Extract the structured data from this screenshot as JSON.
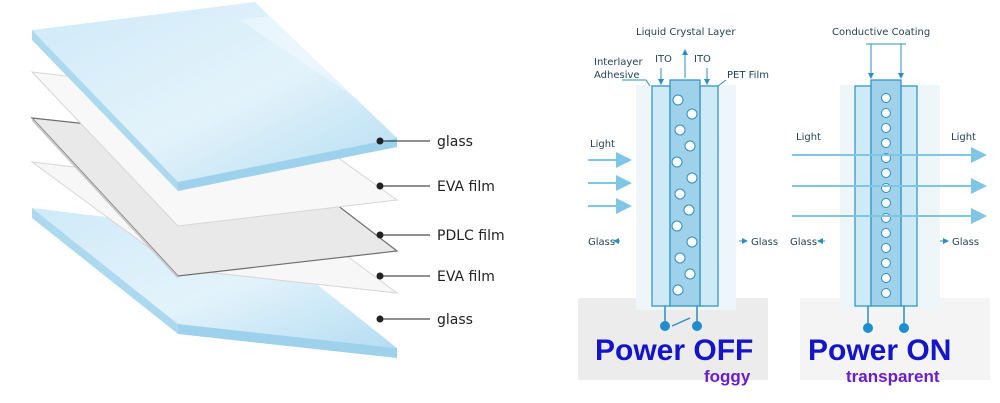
{
  "layers": {
    "labels": [
      "glass",
      "EVA film",
      "PDLC film",
      "EVA film",
      "glass"
    ]
  },
  "diagram": {
    "liquid_crystal_layer": "Liquid Crystal Layer",
    "interlayer_line1": "Interlayer",
    "interlayer_line2": "Adhesive",
    "ito_left": "ITO",
    "ito_right": "ITO",
    "pet_film": "PET Film",
    "conductive_coating": "Conductive Coating",
    "light_off": "Light",
    "glass_off_left": "Glass",
    "glass_off_right": "Glass",
    "light_on_left": "Light",
    "light_on_right": "Light",
    "glass_on_left": "Glass",
    "glass_on_right": "Glass",
    "power_off": "Power OFF",
    "power_off_state": "foggy",
    "power_on": "Power ON",
    "power_on_state": "transparent"
  },
  "colors": {
    "glass_blue": "#bfe3f5",
    "line_blue": "#2b8fc3",
    "power_text": "#1414c8",
    "state_text": "#6b1ec8"
  }
}
